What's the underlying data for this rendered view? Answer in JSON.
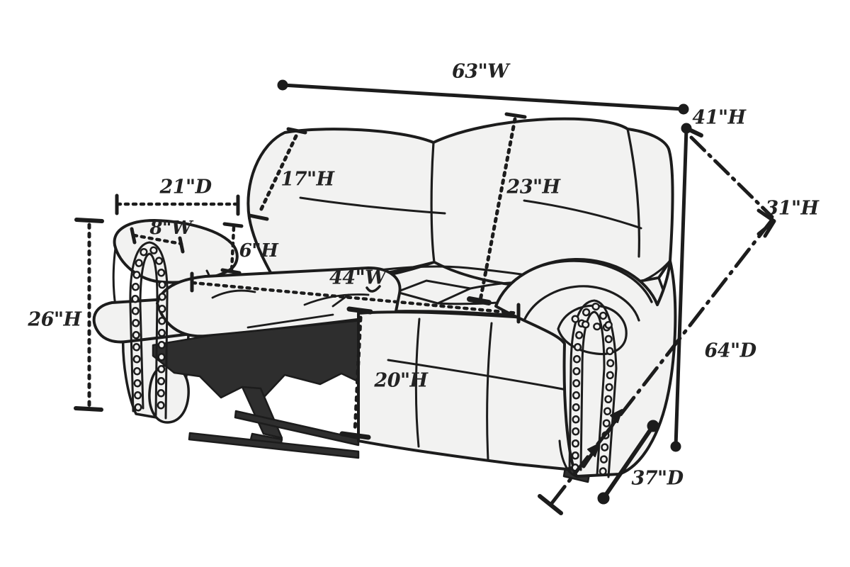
{
  "figure": {
    "type": "furniture-dimension-diagram",
    "subject": "Reclining loveseat with extended footrest, line-art with nailhead trim arms"
  },
  "dimensions": {
    "overall_width": {
      "label": "63\"W",
      "value": 63,
      "unit": "inches",
      "measure": "overall width"
    },
    "overall_height": {
      "label": "41\"H",
      "value": 41,
      "unit": "inches",
      "measure": "overall back height"
    },
    "arm_height": {
      "label": "31\"H",
      "value": 31,
      "unit": "inches",
      "measure": "arm height"
    },
    "reclined_depth": {
      "label": "64\"D",
      "value": 64,
      "unit": "inches",
      "measure": "depth fully reclined"
    },
    "base_depth": {
      "label": "37\"D",
      "value": 37,
      "unit": "inches",
      "measure": "base depth"
    },
    "back_cushion_height": {
      "label": "23\"H",
      "value": 23,
      "unit": "inches",
      "measure": "seat back cushion height"
    },
    "headrest_height": {
      "label": "17\"H",
      "value": 17,
      "unit": "inches",
      "measure": "reclined headrest height"
    },
    "back_depth": {
      "label": "21\"D",
      "value": 21,
      "unit": "inches",
      "measure": "reclined back depth"
    },
    "arm_width": {
      "label": "8\"W",
      "value": 8,
      "unit": "inches",
      "measure": "arm width"
    },
    "arm_above_seat": {
      "label": "6\"H",
      "value": 6,
      "unit": "inches",
      "measure": "arm height above seat"
    },
    "recline_height": {
      "label": "26\"H",
      "value": 26,
      "unit": "inches",
      "measure": "footrest extension height"
    },
    "seat_width": {
      "label": "44\"W",
      "value": 44,
      "unit": "inches",
      "measure": "seat width"
    },
    "footrest_height": {
      "label": "20\"H",
      "value": 20,
      "unit": "inches",
      "measure": "seat platform height"
    }
  },
  "colors": {
    "line": "#1c1c1c",
    "upholstery_fill": "#f2f2f1",
    "mechanism_fill": "#2e2e2e",
    "background": "#ffffff",
    "label_text": "#232323"
  }
}
